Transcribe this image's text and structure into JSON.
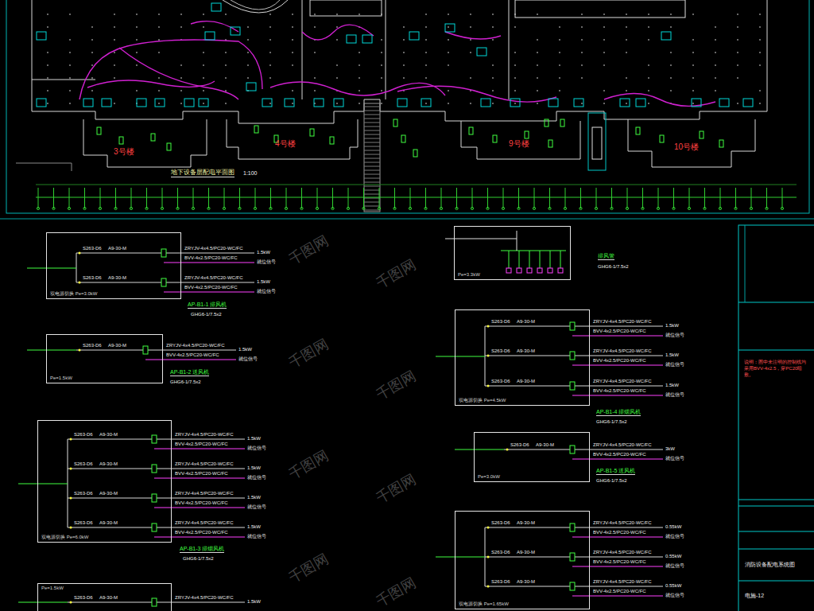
{
  "diagram": {
    "nodes": [
      {
        "text": [
          "双电源切换 Pe=3.0kW"
        ]
      },
      {
        "text": [
          "Pe=1.5kW"
        ]
      },
      {
        "text": [
          "双电源切换 Pe=6.0kW"
        ]
      },
      {
        "text": [
          "Pe=1.5kW"
        ]
      },
      {
        "text": [
          "Pe=3.3kW"
        ]
      },
      {
        "text": [
          "双电源切换 Pe=4.5kW"
        ]
      },
      {
        "text": [
          "Pe=3.0kW"
        ]
      },
      {
        "text": [
          "双电源切换 Pe=1.65kW"
        ]
      }
    ],
    "labels": [
      "3号楼",
      "4号楼",
      "9号楼",
      "10号楼",
      "地下设备层配电平面图",
      "1:100",
      "AP-B1-1 排风机",
      "GHG6-1/7.5x2",
      "AP-B1-2 送风机",
      "GHG6-1/7.5x2",
      "AP-B1-3 排烟风机",
      "GHG6-1/7.5x2",
      "排风管",
      "GHG6-1/7.5x2",
      "AP-B1-4 排烟风机",
      "GHG6-1/7.5x2",
      "AP-B1-5 送风机",
      "GHG6-1/7.5x2",
      "说明：图中未注明的控制线均采用BVV-4x2.5，穿PC20暗敷。",
      "消防设备配电系统图",
      "电施-12",
      "千图网",
      "千图网",
      "千图网",
      "千图网",
      "千图网",
      "千图网",
      "千图网",
      "千图网",
      "S263-D6",
      "A9-30-M",
      "ZRYJV-4x4.5/PC20-WC/FC",
      "1.5kW",
      "BVV-4x2.5/PC20-WC/FC",
      "就位信号",
      "S263-D6",
      "A9-30-M",
      "ZRYJV-4x4.5/PC20-WC/FC",
      "1.5kW",
      "BVV-4x2.5/PC20-WC/FC",
      "就位信号",
      "S263-D6",
      "A9-30-M",
      "ZRYJV-4x4.5/PC20-WC/FC",
      "1.5kW",
      "BVV-4x2.5/PC20-WC/FC",
      "就位信号",
      "S263-D6",
      "A9-30-M",
      "ZRYJV-4x4.5/PC20-WC/FC",
      "1.5kW",
      "BVV-4x2.5/PC20-WC/FC",
      "就位信号",
      "S263-D6",
      "A9-30-M",
      "ZRYJV-4x4.5/PC20-WC/FC",
      "1.5kW",
      "BVV-4x2.5/PC20-WC/FC",
      "就位信号",
      "S263-D6",
      "A9-30-M",
      "ZRYJV-4x4.5/PC20-WC/FC",
      "1.5kW",
      "BVV-4x2.5/PC20-WC/FC",
      "就位信号",
      "S263-D6",
      "A9-30-M",
      "ZRYJV-4x4.5/PC20-WC/FC",
      "1.5kW",
      "BVV-4x2.5/PC20-WC/FC",
      "就位信号",
      "S263-D6",
      "A9-30-M",
      "ZRYJV-4x4.5/PC20-WC/FC",
      "1.5kW",
      "S263-D6",
      "A9-30-M",
      "ZRYJV-4x4.5/PC20-WC/FC",
      "1.5kW",
      "BVV-4x2.5/PC20-WC/FC",
      "就位信号",
      "S263-D6",
      "A9-30-M",
      "ZRYJV-4x4.5/PC20-WC/FC",
      "1.5kW",
      "BVV-4x2.5/PC20-WC/FC",
      "就位信号",
      "S263-D6",
      "A9-30-M",
      "ZRYJV-4x4.5/PC20-WC/FC",
      "1.5kW",
      "BVV-4x2.5/PC20-WC/FC",
      "就位信号",
      "S263-D6",
      "A9-30-M",
      "ZRYJV-4x4.5/PC20-WC/FC",
      "3kW",
      "BVV-4x2.5/PC20-WC/FC",
      "就位信号",
      "S263-D6",
      "A9-30-M",
      "ZRYJV-4x4.5/PC20-WC/FC",
      "0.55kW",
      "BVV-4x2.5/PC20-WC/FC",
      "就位信号",
      "S263-D6",
      "A9-30-M",
      "ZRYJV-4x4.5/PC20-WC/FC",
      "0.55kW",
      "BVV-4x2.5/PC20-WC/FC",
      "就位信号",
      "S263-D6",
      "A9-30-M",
      "ZRYJV-4x4.5/PC20-WC/FC",
      "0.55kW",
      "BVV-4x2.5/PC20-WC/FC",
      "就位信号"
    ]
  }
}
